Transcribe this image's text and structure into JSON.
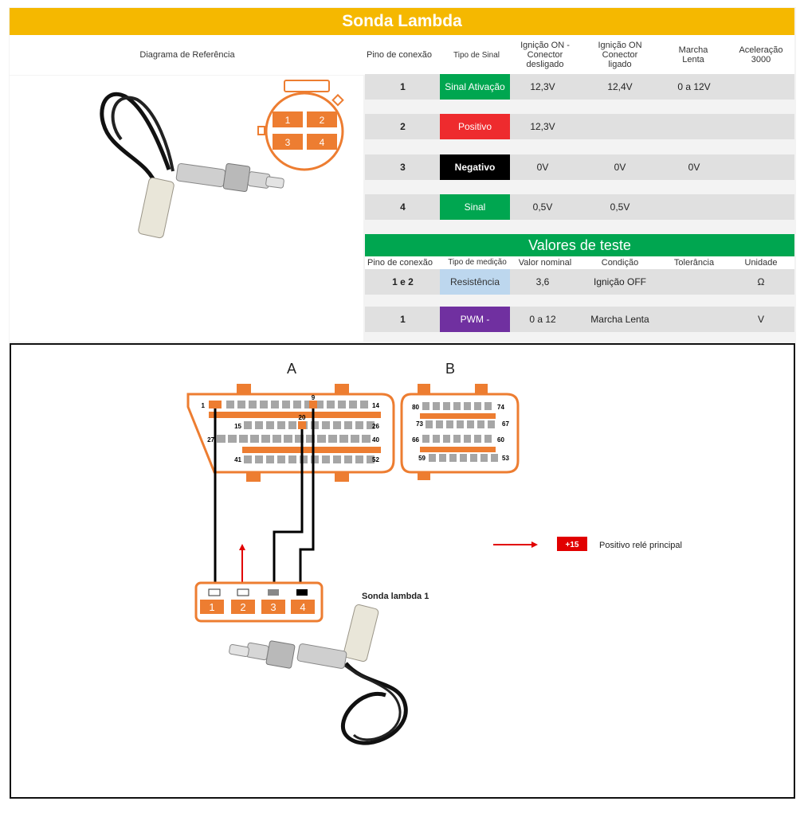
{
  "title": "Sonda Lambda",
  "headers": {
    "diagram": "Diagrama de Referência",
    "pin": "Pino de conexão",
    "signal_type": "Tipo de Sinal",
    "ign_on_off": "Ignição ON - Conector desligado",
    "ign_on_on": "Ignição ON Conector ligado",
    "idle": "Marcha Lenta",
    "accel": "Aceleração 3000"
  },
  "rows": [
    {
      "pin": "1",
      "signal": "Sinal Ativação",
      "color": "#00a650",
      "text_color": "#ffffff",
      "v1": "12,3V",
      "v2": "12,4V",
      "v3": "0 a 12V",
      "v4": ""
    },
    {
      "pin": "2",
      "signal": "Positivo",
      "color": "#ee2b2e",
      "text_color": "#ffffff",
      "v1": "12,3V",
      "v2": "",
      "v3": "",
      "v4": ""
    },
    {
      "pin": "3",
      "signal": "Negativo",
      "color": "#000000",
      "text_color": "#ffffff",
      "v1": "0V",
      "v2": "0V",
      "v3": "0V",
      "v4": ""
    },
    {
      "pin": "4",
      "signal": "Sinal",
      "color": "#00a650",
      "text_color": "#ffffff",
      "v1": "0,5V",
      "v2": "0,5V",
      "v3": "",
      "v4": ""
    }
  ],
  "test_values": {
    "title": "Valores de teste",
    "headers": {
      "pin": "Pino de conexão",
      "type": "Tipo de medição",
      "nominal": "Valor nominal",
      "condition": "Condição",
      "tolerance": "Tolerância",
      "unit": "Unidade"
    },
    "rows": [
      {
        "pin": "1 e 2",
        "type": "Resistência",
        "color": "#bdd7ee",
        "text_color": "#333333",
        "nominal": "3,6",
        "condition": "Ignição OFF",
        "tolerance": "",
        "unit": "Ω"
      },
      {
        "pin": "1",
        "type": "PWM -",
        "color": "#7030a0",
        "text_color": "#ffffff",
        "nominal": "0 a 12",
        "condition": "Marcha Lenta",
        "tolerance": "",
        "unit": "V"
      }
    ]
  },
  "ref_connector_pins": [
    "1",
    "2",
    "3",
    "4"
  ],
  "diagram": {
    "connector_a_label": "A",
    "connector_b_label": "B",
    "a_pin_labels": {
      "p1": "1",
      "p9": "9",
      "p14": "14",
      "p15": "15",
      "p20": "20",
      "p26": "26",
      "p27": "27",
      "p40": "40",
      "p41": "41",
      "p52": "52"
    },
    "b_pin_labels": {
      "p80": "80",
      "p74": "74",
      "p73": "73",
      "p67": "67",
      "p66": "66",
      "p60": "60",
      "p59": "59",
      "p53": "53"
    },
    "sensor_pins": [
      "1",
      "2",
      "3",
      "4"
    ],
    "sensor_label": "Sonda lambda 1",
    "legend_badge": "+15",
    "legend_text": "Positivo relé principal"
  },
  "colors": {
    "accent": "#f5b800",
    "orange": "#ed7d31",
    "green": "#00a650",
    "red": "#ee2b2e",
    "wire": "#000000"
  }
}
